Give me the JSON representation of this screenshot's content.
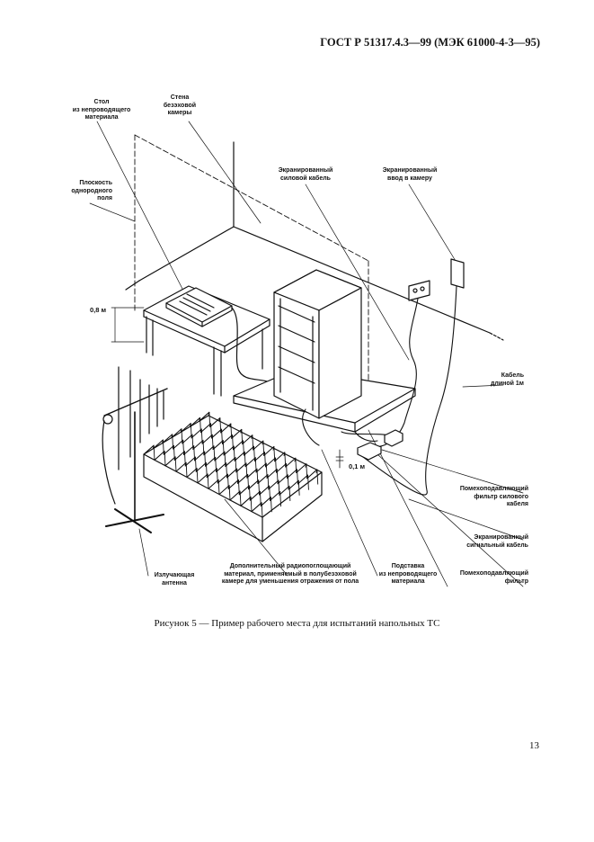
{
  "header": {
    "standard": "ГОСТ Р 51317.4.3—99 (МЭК 61000-4-3—95)"
  },
  "figure": {
    "labels": {
      "table_material": "Стол\nиз непроводящего\nматериала",
      "chamber_wall": "Стена\nбезэховой\nкамеры",
      "field_plane": "Плоскость\nоднородного\nполя",
      "shielded_power_cable": "Экранированный\nсиловой кабель",
      "shielded_entry": "Экранированный\nввод в камеру",
      "cable_1m": "Кабель\nдлиной 1м",
      "power_filter": "Помехоподавляющий\nфильтр силового\nкабеля",
      "shielded_signal_cable": "Экранированный\nсигнальный кабель",
      "interference_filter": "Помехоподавляющий\nфильтр",
      "support_material": "Подставка\nиз непроводящего\nматериала",
      "absorber_material": "Дополнительный радиопоглощающий\nматериал, применяемый в полубезэховой\nкамере для уменьшения отражения от пола",
      "antenna": "Излучающая\nантенна"
    },
    "dims": {
      "table_height": "0,8 м",
      "support_height": "0,1 м"
    }
  },
  "caption": "Рисунок 5 — Пример рабочего места для испытаний напольных ТС",
  "page_number": "13"
}
